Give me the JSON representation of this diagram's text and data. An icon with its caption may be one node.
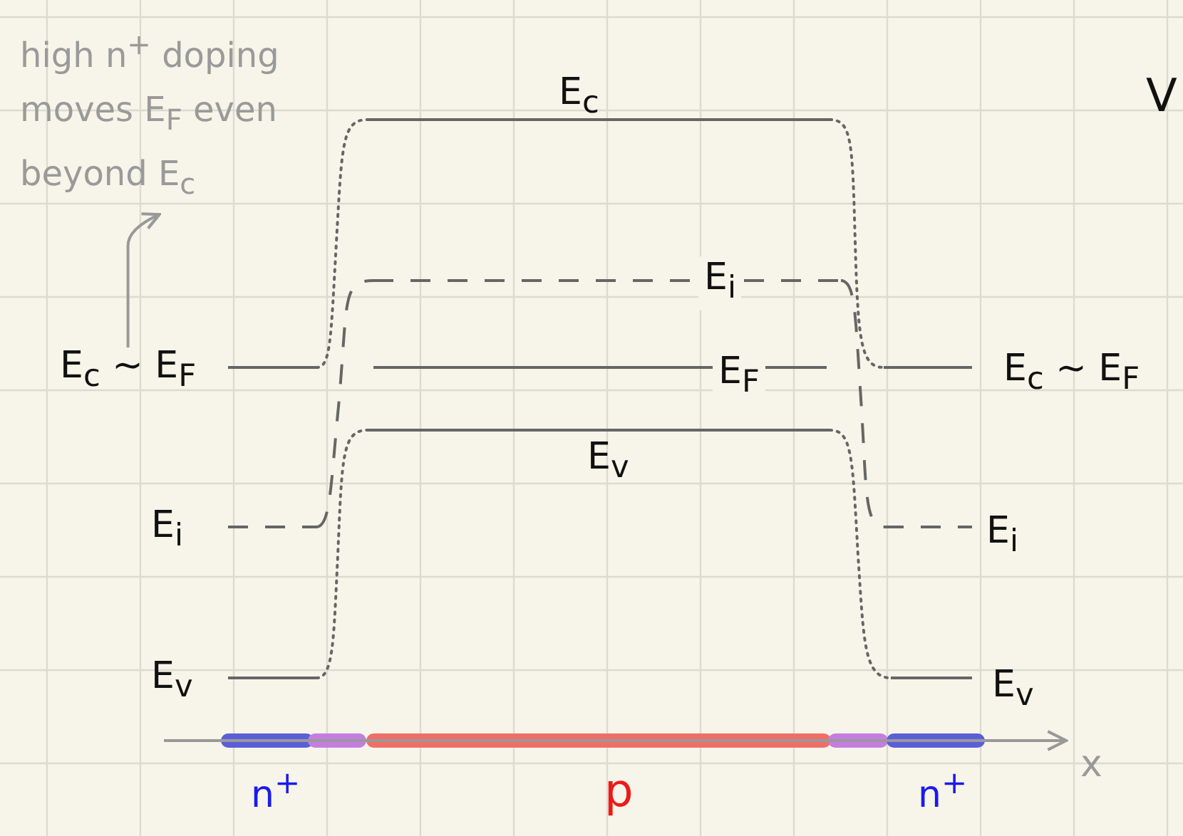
{
  "diagram": {
    "nodes": [
      {
        "text": [
          "high n$^{+}$ doping moves E$_{F}$ even beyond E$_{c}$"
        ]
      },
      {
        "text": [
          "E$_{c}$ ~ E$_{F}$"
        ]
      }
    ],
    "edges": [
      {
        "from": 1,
        "to": 0,
        "arrow": "to"
      }
    ],
    "labels": [
      "E$_{c}$",
      "V",
      "E$_{i}$",
      "E$_{F}$",
      "E$_{c}$ ~ E$_{F}$",
      "E$_{v}$",
      "E$_{i}$",
      "E$_{i}$",
      "E$_{v}$",
      "E$_{v}$",
      "x",
      "n$^{+}$",
      "p",
      "n$^{+}$"
    ]
  }
}
